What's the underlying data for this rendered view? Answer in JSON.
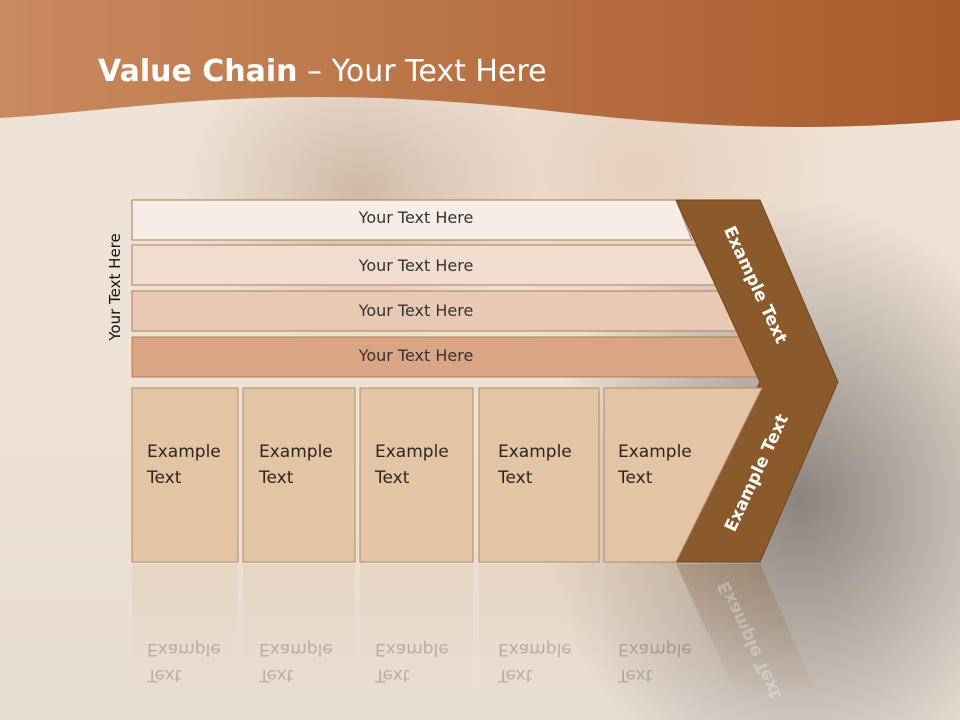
{
  "title": {
    "bold": "Value Chain",
    "rest": " – Your Text Here"
  },
  "side_label": "Your Text Here",
  "rows": [
    {
      "label": "Your Text Here"
    },
    {
      "label": "Your Text Here"
    },
    {
      "label": "Your Text Here"
    },
    {
      "label": "Your Text Here"
    }
  ],
  "columns": [
    {
      "line1": "Example",
      "line2": "Text"
    },
    {
      "line1": "Example",
      "line2": "Text"
    },
    {
      "line1": "Example",
      "line2": "Text"
    },
    {
      "line1": "Example",
      "line2": "Text"
    },
    {
      "line1": "Example",
      "line2": "Text"
    }
  ],
  "arrow": {
    "upper": "Example Text",
    "lower": "Example Text"
  },
  "colors": {
    "header": "#b8673a",
    "arrow": "#8b5a2b",
    "row1": "#f6ede6",
    "row2": "#f0ddd0",
    "row3": "#e9c9b4",
    "row4": "#d9a584",
    "cells": "#e3c4a4"
  }
}
